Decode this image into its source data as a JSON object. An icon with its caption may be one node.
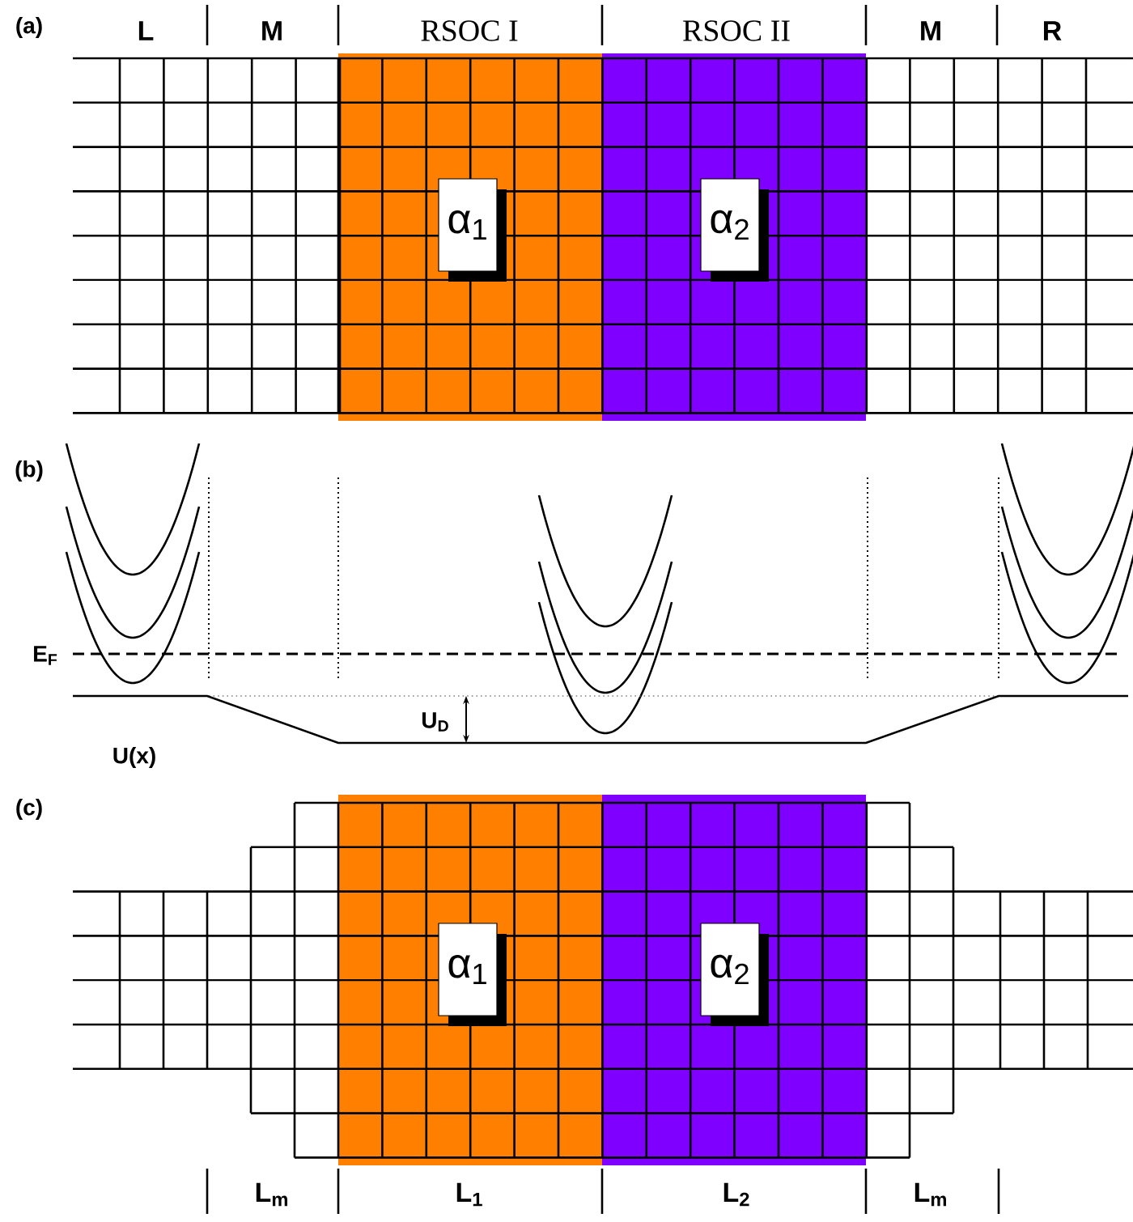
{
  "diagram": {
    "nodes": [
      {
        "text": [
          "α$_{1}$"
        ]
      },
      {
        "text": [
          "α$_{2}$"
        ]
      },
      {
        "text": [
          "α$_{1}$"
        ]
      },
      {
        "text": [
          "α$_{2}$"
        ]
      }
    ],
    "labels": [
      "(a)",
      "L",
      "M",
      "RSOC  I",
      "RSOC  II",
      "M",
      "R",
      "(b)",
      "E$_{F}$",
      "U$_{D}$",
      "U(x)",
      "(c)",
      "L$_{m}$",
      "L$_{1}$",
      "L$_{2}$",
      "L$_{m}$"
    ]
  }
}
